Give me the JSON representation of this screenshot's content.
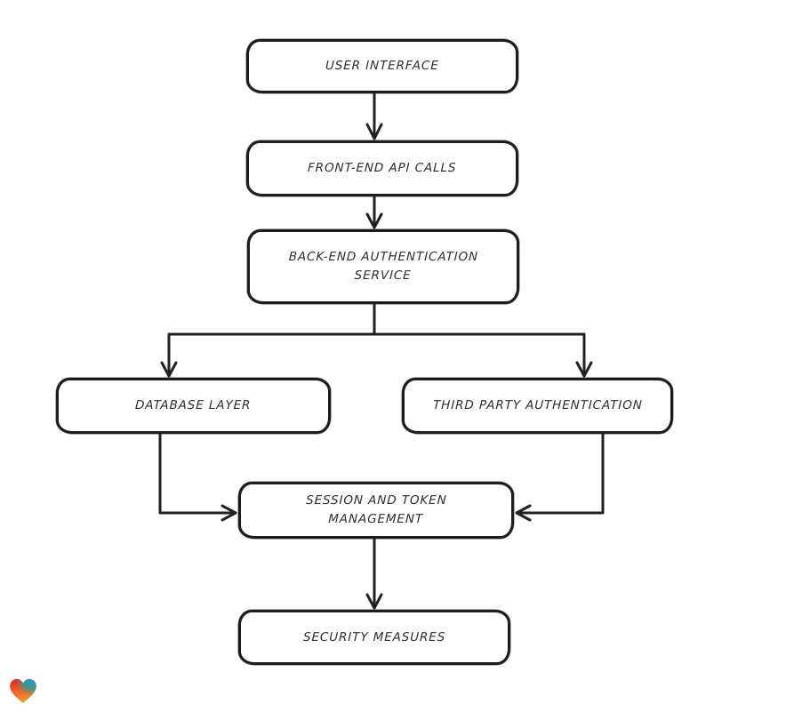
{
  "nodes": {
    "user_interface": {
      "label": "USER INTERFACE"
    },
    "front_end": {
      "label": "FRONT-END API CALLS"
    },
    "back_end": {
      "label": "BACK-END AUTHENTICATION SERVICE"
    },
    "database_layer": {
      "label": "DATABASE LAYER"
    },
    "third_party": {
      "label": "THIRD PARTY AUTHENTICATION"
    },
    "session_token": {
      "label": "SESSION AND TOKEN MANAGEMENT"
    },
    "security_measures": {
      "label": "SECURITY MEASURES"
    }
  },
  "edges": [
    {
      "from": "USER INTERFACE",
      "to": "FRONT-END API CALLS"
    },
    {
      "from": "FRONT-END API CALLS",
      "to": "BACK-END AUTHENTICATION SERVICE"
    },
    {
      "from": "BACK-END AUTHENTICATION SERVICE",
      "to": "DATABASE LAYER"
    },
    {
      "from": "BACK-END AUTHENTICATION SERVICE",
      "to": "THIRD PARTY AUTHENTICATION"
    },
    {
      "from": "DATABASE LAYER",
      "to": "SESSION AND TOKEN MANAGEMENT"
    },
    {
      "from": "THIRD PARTY AUTHENTICATION",
      "to": "SESSION AND TOKEN MANAGEMENT"
    },
    {
      "from": "SESSION AND TOKEN MANAGEMENT",
      "to": "SECURITY MEASURES"
    }
  ],
  "style_colors": {
    "background": "#ffffff",
    "node_fill": "#ffffff",
    "stroke": "#212121",
    "text": "#2e2e2e",
    "heart_red": "#e52429",
    "heart_blue": "#2699d6",
    "heart_teal": "#2ba08f",
    "heart_orange": "#f7a02c"
  },
  "logo": {
    "name": "gradient-heart"
  }
}
